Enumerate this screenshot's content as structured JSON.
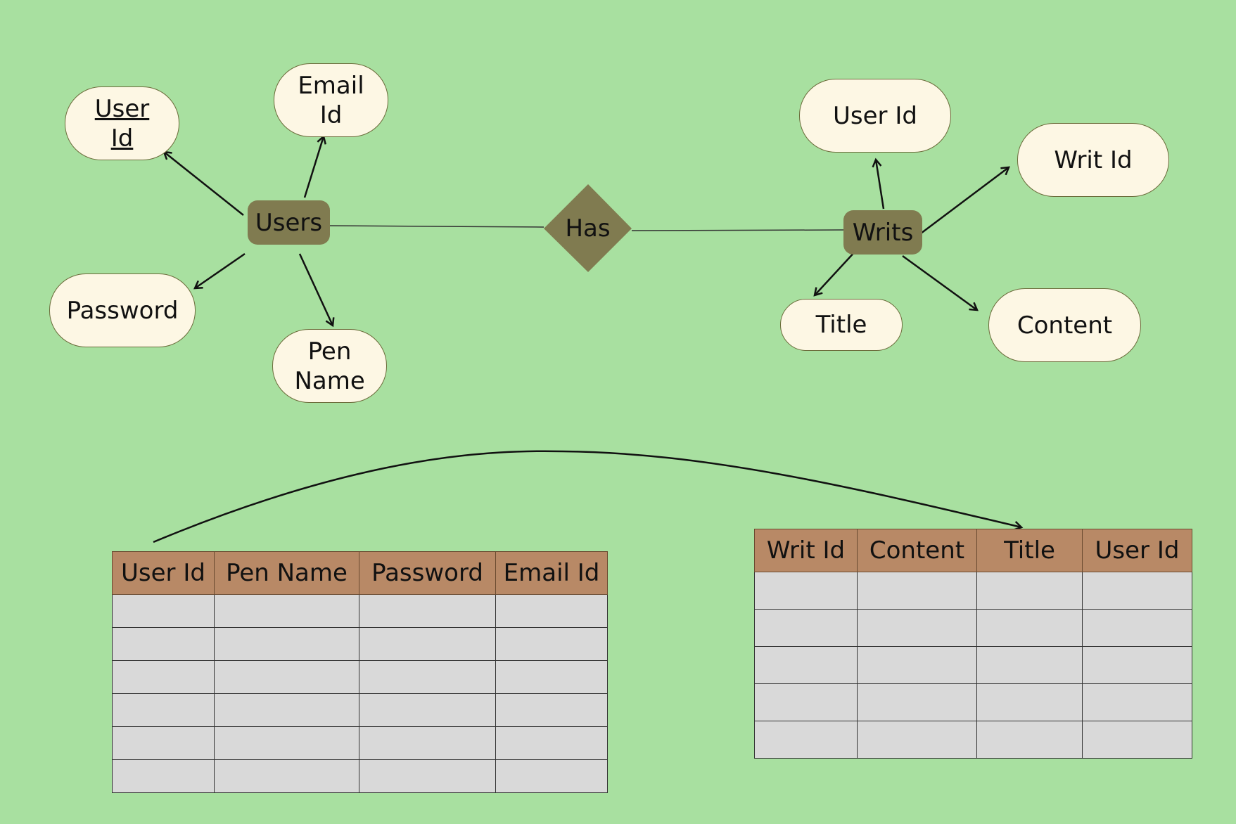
{
  "colors": {
    "background": "#a8e0a0",
    "entity_fill": "#807b50",
    "attribute_fill": "#fdf7e4",
    "table_header": "#b88966",
    "table_cell": "#d9d9d9"
  },
  "er": {
    "users": {
      "entity": "Users",
      "attributes": {
        "user_id": "User Id",
        "email_id": "Email Id",
        "password": "Password",
        "pen_name": "Pen Name"
      }
    },
    "relationship": "Has",
    "writs": {
      "entity": "Writs",
      "attributes": {
        "user_id": "User Id",
        "writ_id": "Writ Id",
        "title": "Title",
        "content": "Content"
      }
    }
  },
  "tables": {
    "users": {
      "columns": [
        "User Id",
        "Pen Name",
        "Password",
        "Email Id"
      ],
      "empty_rows": 6
    },
    "writs": {
      "columns": [
        "Writ Id",
        "Content",
        "Title",
        "User Id"
      ],
      "empty_rows": 5
    }
  }
}
